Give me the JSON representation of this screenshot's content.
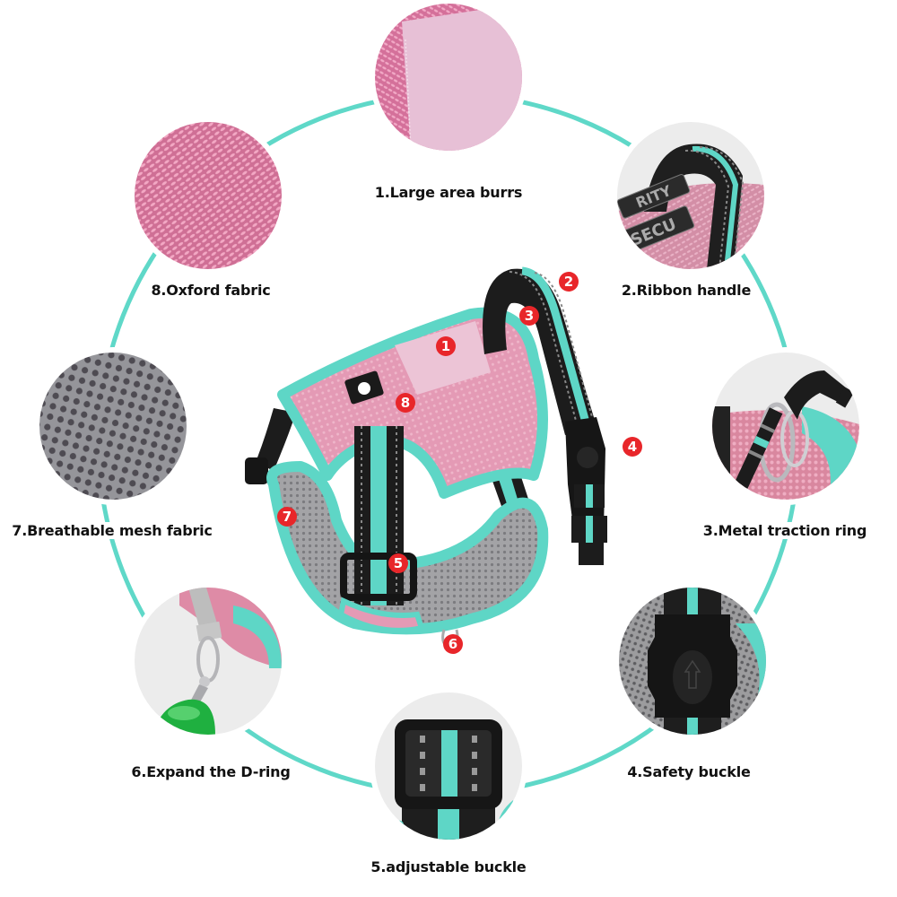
{
  "colors": {
    "ring": "#5fd8c8",
    "marker": "#e8262a",
    "pink": "#e89cb4",
    "pink_light": "#ecc4d6",
    "teal": "#5ed6c6",
    "strap_black": "#1e1e1e",
    "mesh_gray": "#8f8f91"
  },
  "features": [
    {
      "num": "1",
      "label": "1.Large area burrs",
      "image": "velcro-pink-patch"
    },
    {
      "num": "2",
      "label": "2.Ribbon handle",
      "image": "handle-with-security-patch"
    },
    {
      "num": "3",
      "label": "3.Metal traction ring",
      "image": "metal-ring-with-clip"
    },
    {
      "num": "4",
      "label": "4.Safety buckle",
      "image": "black-quick-release-buckle"
    },
    {
      "num": "5",
      "label": "5.adjustable buckle",
      "image": "black-slide-buckle"
    },
    {
      "num": "6",
      "label": "6.Expand the D-ring",
      "image": "d-ring-with-green-tag"
    },
    {
      "num": "7",
      "label": "7.Breathable mesh fabric",
      "image": "gray-mesh-fabric"
    },
    {
      "num": "8",
      "label": "8.Oxford fabric",
      "image": "pink-oxford-fabric"
    }
  ],
  "patches": {
    "word1": "RITY",
    "word2": "SECU"
  }
}
